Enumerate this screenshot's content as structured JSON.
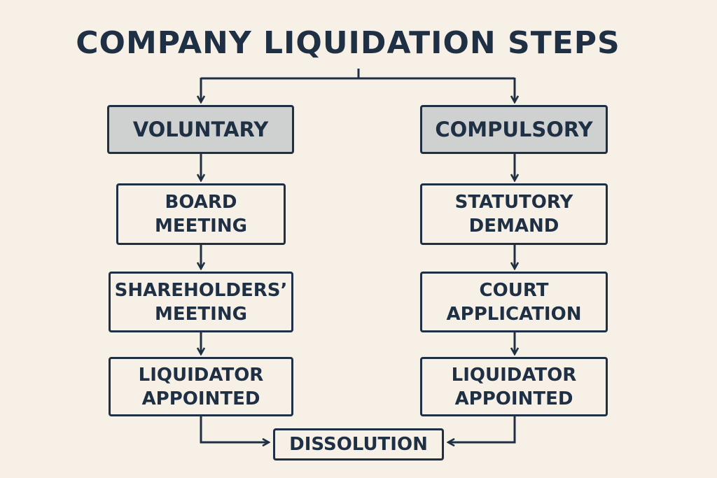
{
  "title": "COMPANY LIQUIDATION STEPS",
  "voluntary": {
    "heading": "VOLUNTARY",
    "steps": [
      "BOARD\nMEETING",
      "SHAREHOLDERS’\nMEETING",
      "LIQUIDATOR\nAPPOINTED"
    ]
  },
  "compulsory": {
    "heading": "COMPULSORY",
    "steps": [
      "STATUTORY\nDEMAND",
      "COURT\nAPPLICATION",
      "LIQUIDATOR\nAPPOINTED"
    ]
  },
  "final": "DISSOLUTION",
  "colors": {
    "stroke": "#1f3045",
    "background": "#f6f0e7",
    "heading_fill": "#cfd1d0"
  }
}
